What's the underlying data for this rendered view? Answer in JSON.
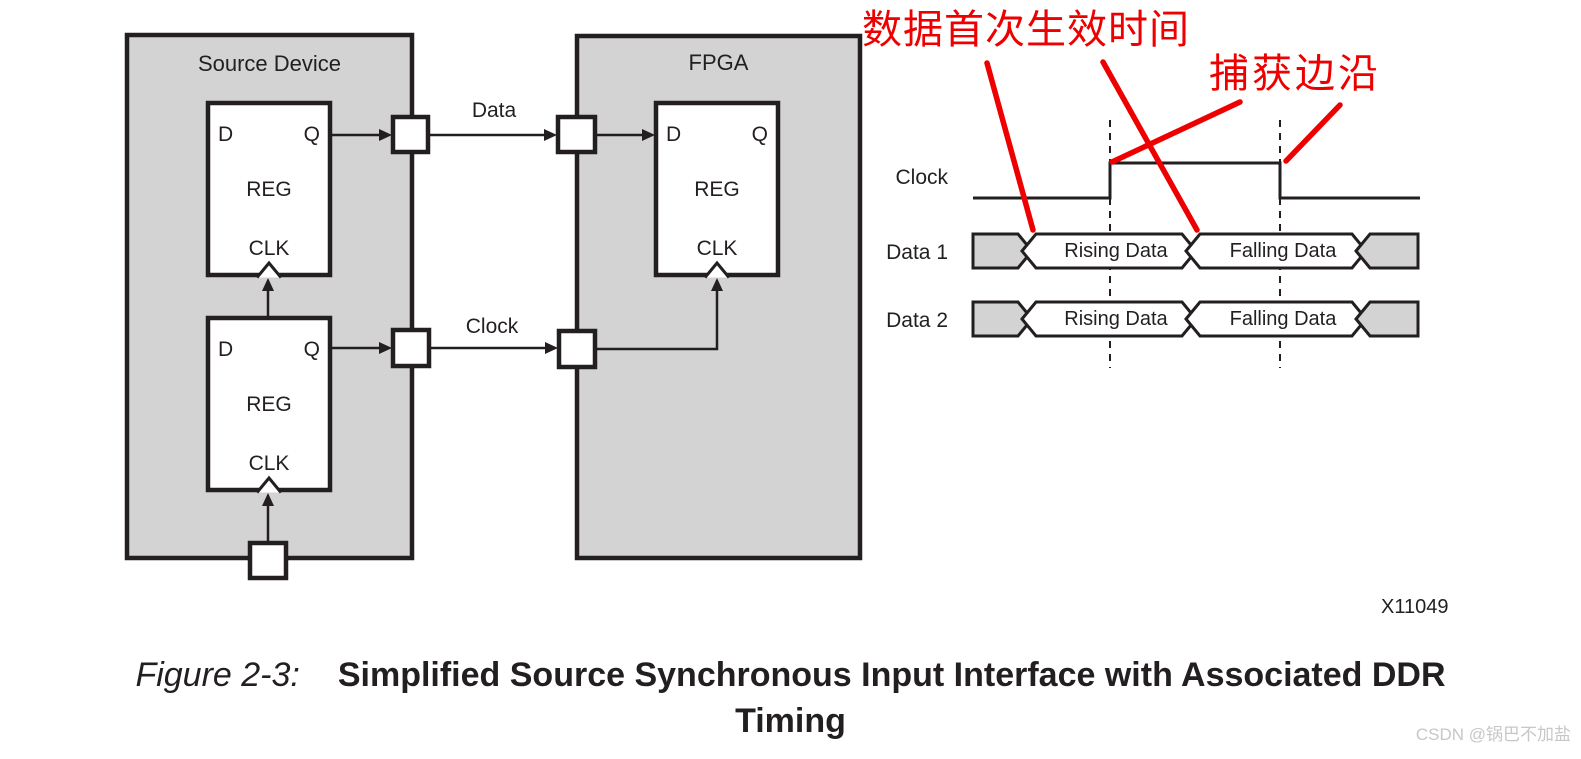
{
  "colors": {
    "box_fill": "#d3d3d3",
    "stroke": "#231f20",
    "annotation_red": "#ee0000",
    "watermark_gray": "#c7c7c7"
  },
  "block_diagram": {
    "source_device": {
      "title": "Source Device",
      "registers": [
        {
          "d_label": "D",
          "q_label": "Q",
          "name_label": "REG",
          "clk_label": "CLK"
        },
        {
          "d_label": "D",
          "q_label": "Q",
          "name_label": "REG",
          "clk_label": "CLK"
        }
      ]
    },
    "fpga": {
      "title": "FPGA",
      "registers": [
        {
          "d_label": "D",
          "q_label": "Q",
          "name_label": "REG",
          "clk_label": "CLK"
        }
      ]
    },
    "wire_labels": {
      "data": "Data",
      "clock": "Clock"
    }
  },
  "timing_diagram": {
    "rows": [
      {
        "label": "Clock"
      },
      {
        "label": "Data 1",
        "segments": {
          "rising": "Rising Data",
          "falling": "Falling Data"
        }
      },
      {
        "label": "Data 2",
        "segments": {
          "rising": "Rising Data",
          "falling": "Falling Data"
        }
      }
    ],
    "annotations": {
      "data_first_valid": "数据首次生效时间",
      "capture_edge": "捕获边沿"
    },
    "figure_id": "X11049"
  },
  "caption": {
    "prefix": "Figure 2-3:",
    "title_line1": "Simplified Source Synchronous Input Interface with Associated DDR",
    "title_line2": "Timing"
  },
  "watermark": "CSDN @锅巴不加盐"
}
